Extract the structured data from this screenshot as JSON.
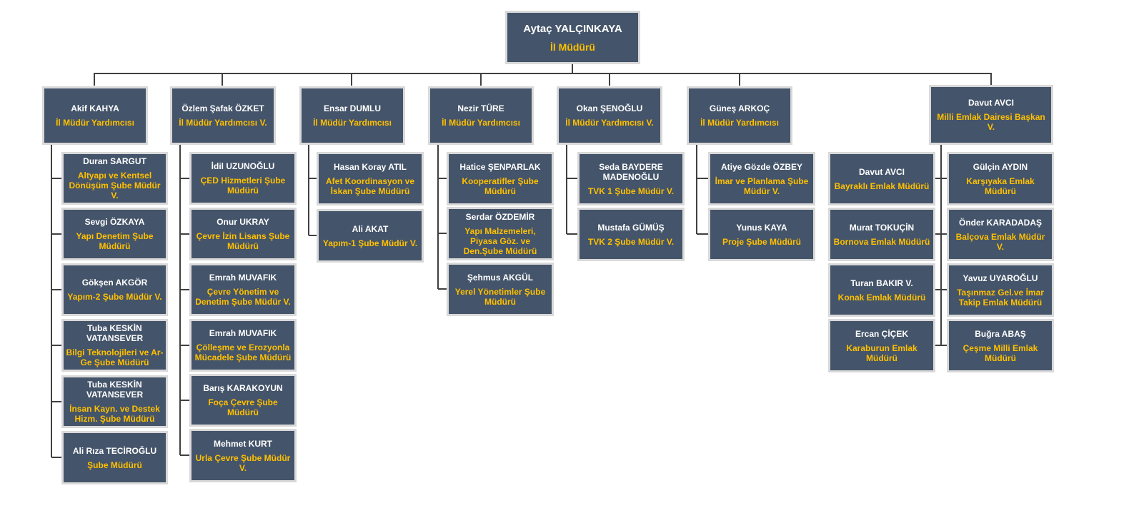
{
  "root": {
    "name": "Aytaç YALÇINKAYA",
    "title": "İl Müdürü"
  },
  "colors": {
    "box_fill": "#44546a",
    "box_border": "#d9d9d9",
    "name_text": "#ffffff",
    "title_text": "#ffc000",
    "connector": "#404040"
  },
  "columns": [
    {
      "head": {
        "name": "Akif KAHYA",
        "title": "İl Müdür Yardımcısı"
      },
      "children": [
        {
          "name": "Duran SARGUT",
          "title": "Altyapı ve Kentsel Dönüşüm Şube Müdür V."
        },
        {
          "name": "Sevgi ÖZKAYA",
          "title": "Yapı Denetim Şube Müdürü"
        },
        {
          "name": "Gökşen AKGÖR",
          "title": "Yapım-2 Şube Müdür V."
        },
        {
          "name": "Tuba KESKİN VATANSEVER",
          "title": "Bilgi Teknolojileri ve Ar-Ge Şube Müdürü"
        },
        {
          "name": "Tuba KESKİN VATANSEVER",
          "title": "İnsan Kayn. ve Destek Hizm. Şube Müdürü"
        },
        {
          "name": "Ali Rıza TECİROĞLU",
          "title": "Şube Müdürü"
        }
      ]
    },
    {
      "head": {
        "name": "Özlem Şafak ÖZKET",
        "title": "İl Müdür Yardımcısı V."
      },
      "children": [
        {
          "name": "İdil UZUNOĞLU",
          "title": "ÇED Hizmetleri Şube Müdürü"
        },
        {
          "name": "Onur UKRAY",
          "title": "Çevre İzin Lisans Şube Müdürü"
        },
        {
          "name": "Emrah MUVAFIK",
          "title": "Çevre Yönetim ve Denetim Şube Müdür V."
        },
        {
          "name": "Emrah MUVAFIK",
          "title": "Çölleşme ve Erozyonla Mücadele Şube Müdürü"
        },
        {
          "name": "Barış KARAKOYUN",
          "title": "Foça Çevre Şube Müdürü"
        },
        {
          "name": "Mehmet KURT",
          "title": "Urla Çevre Şube Müdür V."
        }
      ]
    },
    {
      "head": {
        "name": "Ensar DUMLU",
        "title": "İl Müdür Yardımcısı"
      },
      "children": [
        {
          "name": "Hasan Koray ATIL",
          "title": "Afet Koordinasyon ve İskan Şube Müdürü"
        },
        {
          "name": "Ali AKAT",
          "title": "Yapım-1 Şube Müdür V."
        }
      ]
    },
    {
      "head": {
        "name": "Nezir TÜRE",
        "title": "İl Müdür Yardımcısı"
      },
      "children": [
        {
          "name": "Hatice ŞENPARLAK",
          "title": "Kooperatifler Şube Müdürü"
        },
        {
          "name": "Serdar ÖZDEMİR",
          "title": "Yapı Malzemeleri, Piyasa Göz. ve Den.Şube Müdürü"
        },
        {
          "name": "Şehmus AKGÜL",
          "title": "Yerel Yönetimler Şube Müdürü"
        }
      ]
    },
    {
      "head": {
        "name": "Okan ŞENOĞLU",
        "title": "İl Müdür Yardımcısı V."
      },
      "children": [
        {
          "name": "Seda BAYDERE MADENOĞLU",
          "title": "TVK 1 Şube Müdür V."
        },
        {
          "name": "Mustafa GÜMÜŞ",
          "title": "TVK 2 Şube Müdür V."
        }
      ]
    },
    {
      "head": {
        "name": "Güneş ARKOÇ",
        "title": "İl Müdür Yardımcısı"
      },
      "children": [
        {
          "name": "Atiye Gözde ÖZBEY",
          "title": "İmar ve Planlama Şube Müdür V."
        },
        {
          "name": "Yunus KAYA",
          "title": "Proje Şube Müdürü"
        }
      ]
    },
    {
      "head": {
        "name": "Davut AVCI",
        "title": "Milli Emlak Dairesi Başkan V."
      },
      "children_left": [
        {
          "name": "Davut AVCI",
          "title": "Bayraklı Emlak Müdürü"
        },
        {
          "name": "Murat TOKUÇİN",
          "title": "Bornova Emlak Müdürü"
        },
        {
          "name": "Turan BAKIR V.",
          "title": "Konak Emlak Müdürü"
        },
        {
          "name": "Ercan ÇİÇEK",
          "title": "Karaburun Emlak Müdürü"
        }
      ],
      "children_right": [
        {
          "name": "Gülçin AYDIN",
          "title": "Karşıyaka Emlak Müdürü"
        },
        {
          "name": "Önder KARADADAŞ",
          "title": "Balçova Emlak Müdür V."
        },
        {
          "name": "Yavuz UYAROĞLU",
          "title": "Taşınmaz Gel.ve İmar Takip Emlak Müdürü"
        },
        {
          "name": "Buğra ABAŞ",
          "title": "Çeşme Milli Emlak Müdürü"
        }
      ]
    }
  ]
}
